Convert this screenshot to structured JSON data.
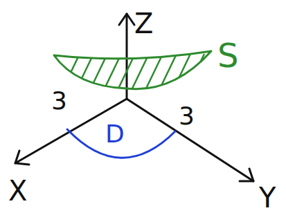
{
  "diagram": {
    "labels": [
      "Z",
      "S",
      "3",
      "3",
      "D",
      "X",
      "Y"
    ]
  }
}
